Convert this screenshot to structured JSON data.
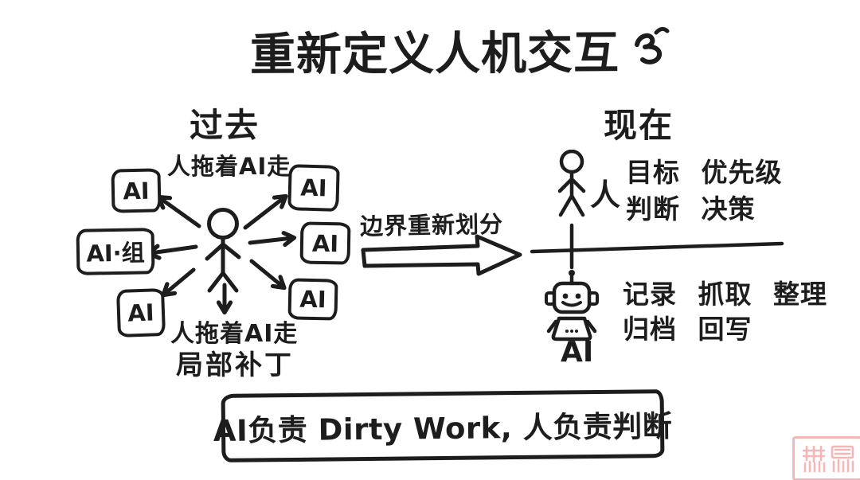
{
  "colors": {
    "ink": "#1d1d1d",
    "background": "#ffffff",
    "seal": "#f2a6a6"
  },
  "title": {
    "text": "重新定义人机交互",
    "doodle_icon": "squiggle-doodle"
  },
  "past": {
    "heading": "过去",
    "caption_top": "人拖着AI走",
    "hub_icon": "stick-person",
    "ai_boxes": [
      {
        "label": "AI"
      },
      {
        "label": "AI"
      },
      {
        "label": "AI·组"
      },
      {
        "label": "AI"
      },
      {
        "label": "AI"
      },
      {
        "label": "AI"
      }
    ],
    "caption_bottom": "人拖着AI走",
    "caption_patch": "局部补丁"
  },
  "transition": {
    "label": "边界重新划分",
    "arrow_icon": "right-arrow"
  },
  "present": {
    "heading": "现在",
    "human": {
      "icon": "stick-person",
      "label": "人",
      "duties_line1": "目标 优先级",
      "duties_line2": "判断 决策"
    },
    "ai": {
      "icon": "robot",
      "label": "AI",
      "duties_line1": "记录 抓取 整理",
      "duties_line2": "归档 回写"
    }
  },
  "footer": {
    "text": "AI负责 Dirty Work, 人负责判断"
  },
  "watermark": {
    "icon": "seal-stamp",
    "color": "#f2a6a6"
  }
}
